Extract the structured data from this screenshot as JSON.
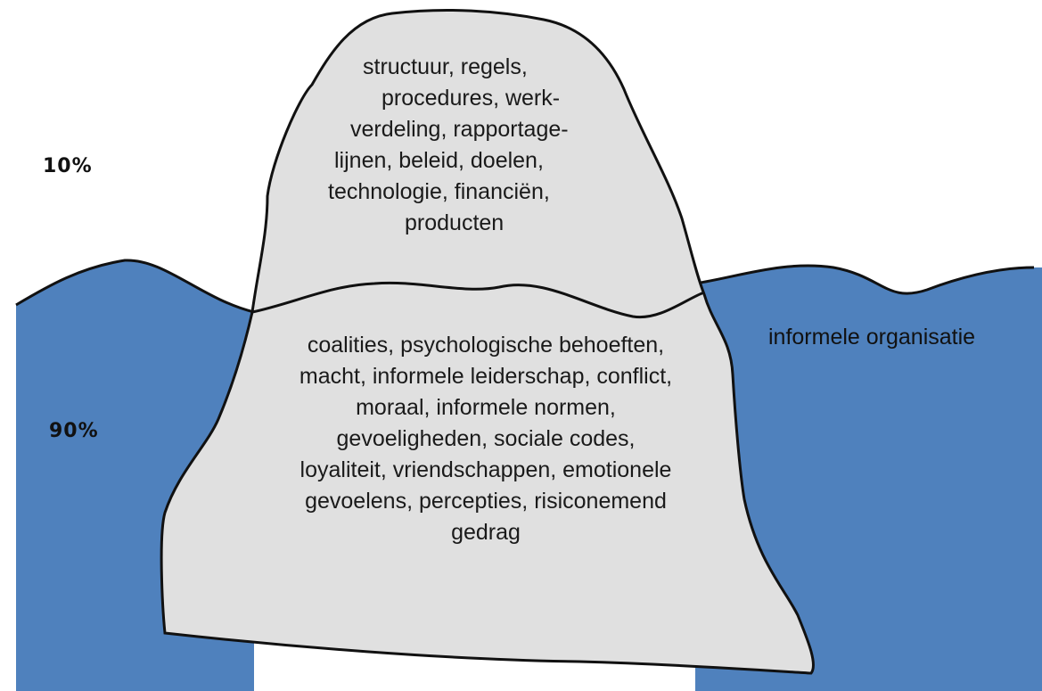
{
  "colors": {
    "water": "#4f81bd",
    "ice": "#e0e0e0",
    "outline": "#111111"
  },
  "percent_above": "10%",
  "percent_below": "90%",
  "formal_lines": [
    "structuur, regels,",
    "procedures, werk-",
    "verdeling, rapportage-",
    "lijnen, beleid, doelen,",
    "technologie, financiën,",
    "producten"
  ],
  "informal_lines": [
    "coalities, psychologische behoeften,",
    "macht, informele leiderschap, conflict,",
    "moraal, informele normen,",
    "gevoeligheden, sociale codes,",
    "loyaliteit, vriendschappen, emotionele",
    "gevoelens, percepties, risiconemend",
    "gedrag"
  ],
  "informal_label": "informele organisatie"
}
